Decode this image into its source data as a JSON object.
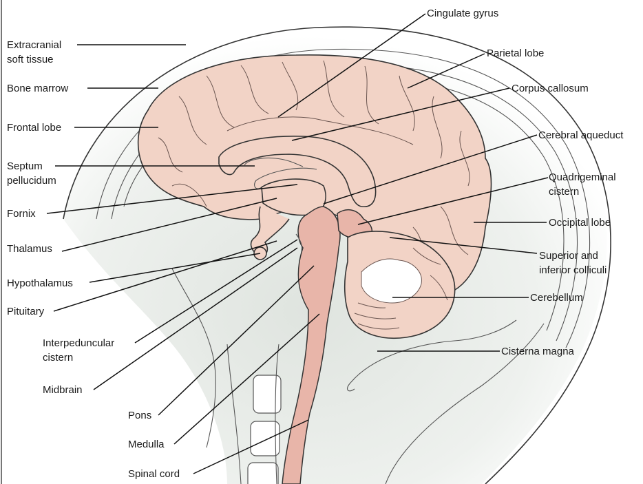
{
  "labels": {
    "extracranial_line1": "Extracranial",
    "extracranial_line2": "soft tissue",
    "bone_marrow": "Bone marrow",
    "frontal_lobe": "Frontal lobe",
    "septum_line1": "Septum",
    "septum_line2": "pellucidum",
    "fornix": "Fornix",
    "thalamus": "Thalamus",
    "hypothalamus": "Hypothalamus",
    "pituitary": "Pituitary",
    "interpeduncular_line1": "Interpeduncular",
    "interpeduncular_line2": "cistern",
    "midbrain": "Midbrain",
    "pons": "Pons",
    "medulla": "Medulla",
    "spinal_cord": "Spinal cord",
    "cingulate_gyrus": "Cingulate gyrus",
    "parietal_lobe": "Parietal lobe",
    "corpus_callosum": "Corpus callosum",
    "cerebral_aqueduct": "Cerebral aqueduct",
    "quadrigeminal_line1": "Quadrigeminal",
    "quadrigeminal_line2": "cistern",
    "occipital_lobe": "Occipital lobe",
    "colliculi_line1": "Superior and",
    "colliculi_line2": "inferior colliculi",
    "cerebellum": "Cerebellum",
    "cisterna_magna": "Cisterna magna"
  },
  "colors": {
    "brain_tissue": "#f2d3c6",
    "brainstem": "#e8b5a9",
    "white_matter": "#ffffff",
    "soft_tissue_shade": "#eaeeea",
    "line": "#111111"
  }
}
